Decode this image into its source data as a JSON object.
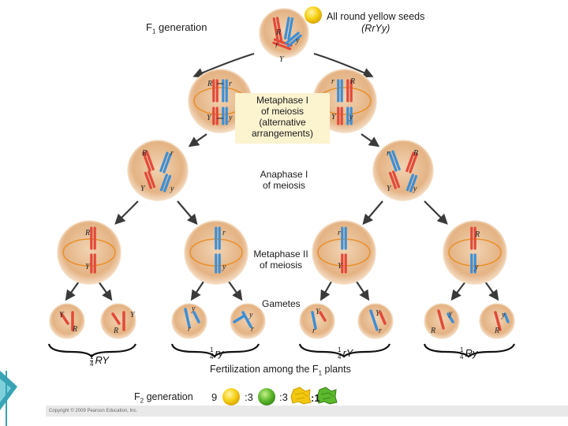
{
  "f1_label": "F",
  "f1_sub": "1",
  "f1_label_rest": " generation",
  "phenotype_line1": "All round yellow seeds",
  "phenotype_line2": "(RrYy)",
  "stages": {
    "metaphase1": [
      "Metaphase I",
      "of meiosis",
      "(alternative",
      "arrangements)"
    ],
    "anaphase1": [
      "Anaphase I",
      "of meiosis"
    ],
    "metaphase2": [
      "Metaphase II",
      "of meiosis"
    ],
    "gametes": "Gametes"
  },
  "alleles": {
    "R": "R",
    "r": "r",
    "Y": "Y",
    "y": "y"
  },
  "gamete_groups": [
    {
      "num": "1",
      "den": "4",
      "genotype": "RY"
    },
    {
      "num": "1",
      "den": "4",
      "genotype": "ry"
    },
    {
      "num": "1",
      "den": "4",
      "genotype": "rY"
    },
    {
      "num": "1",
      "den": "4",
      "genotype": "Ry"
    }
  ],
  "fertilization_text": "Fertilization among the F",
  "fertilization_sub": "1",
  "fertilization_rest": " plants",
  "f2_label": "F",
  "f2_sub": "2",
  "f2_label_rest": " generation",
  "ratio": [
    "9",
    ":3",
    ":3",
    ":1"
  ],
  "copyright": "Copyright © 2009 Pearson Education, Inc.",
  "colors": {
    "cell": "#e6b98a",
    "cell_edge": "#f3dcc2",
    "spindle": "#e8902c",
    "chrom_red": "#e2493a",
    "chrom_blue": "#3d8fd6",
    "arrow": "#3a3a3a",
    "seed_yellow": "#f2c80f",
    "seed_green": "#58b82c",
    "slide_accent": "#37a3b4"
  }
}
